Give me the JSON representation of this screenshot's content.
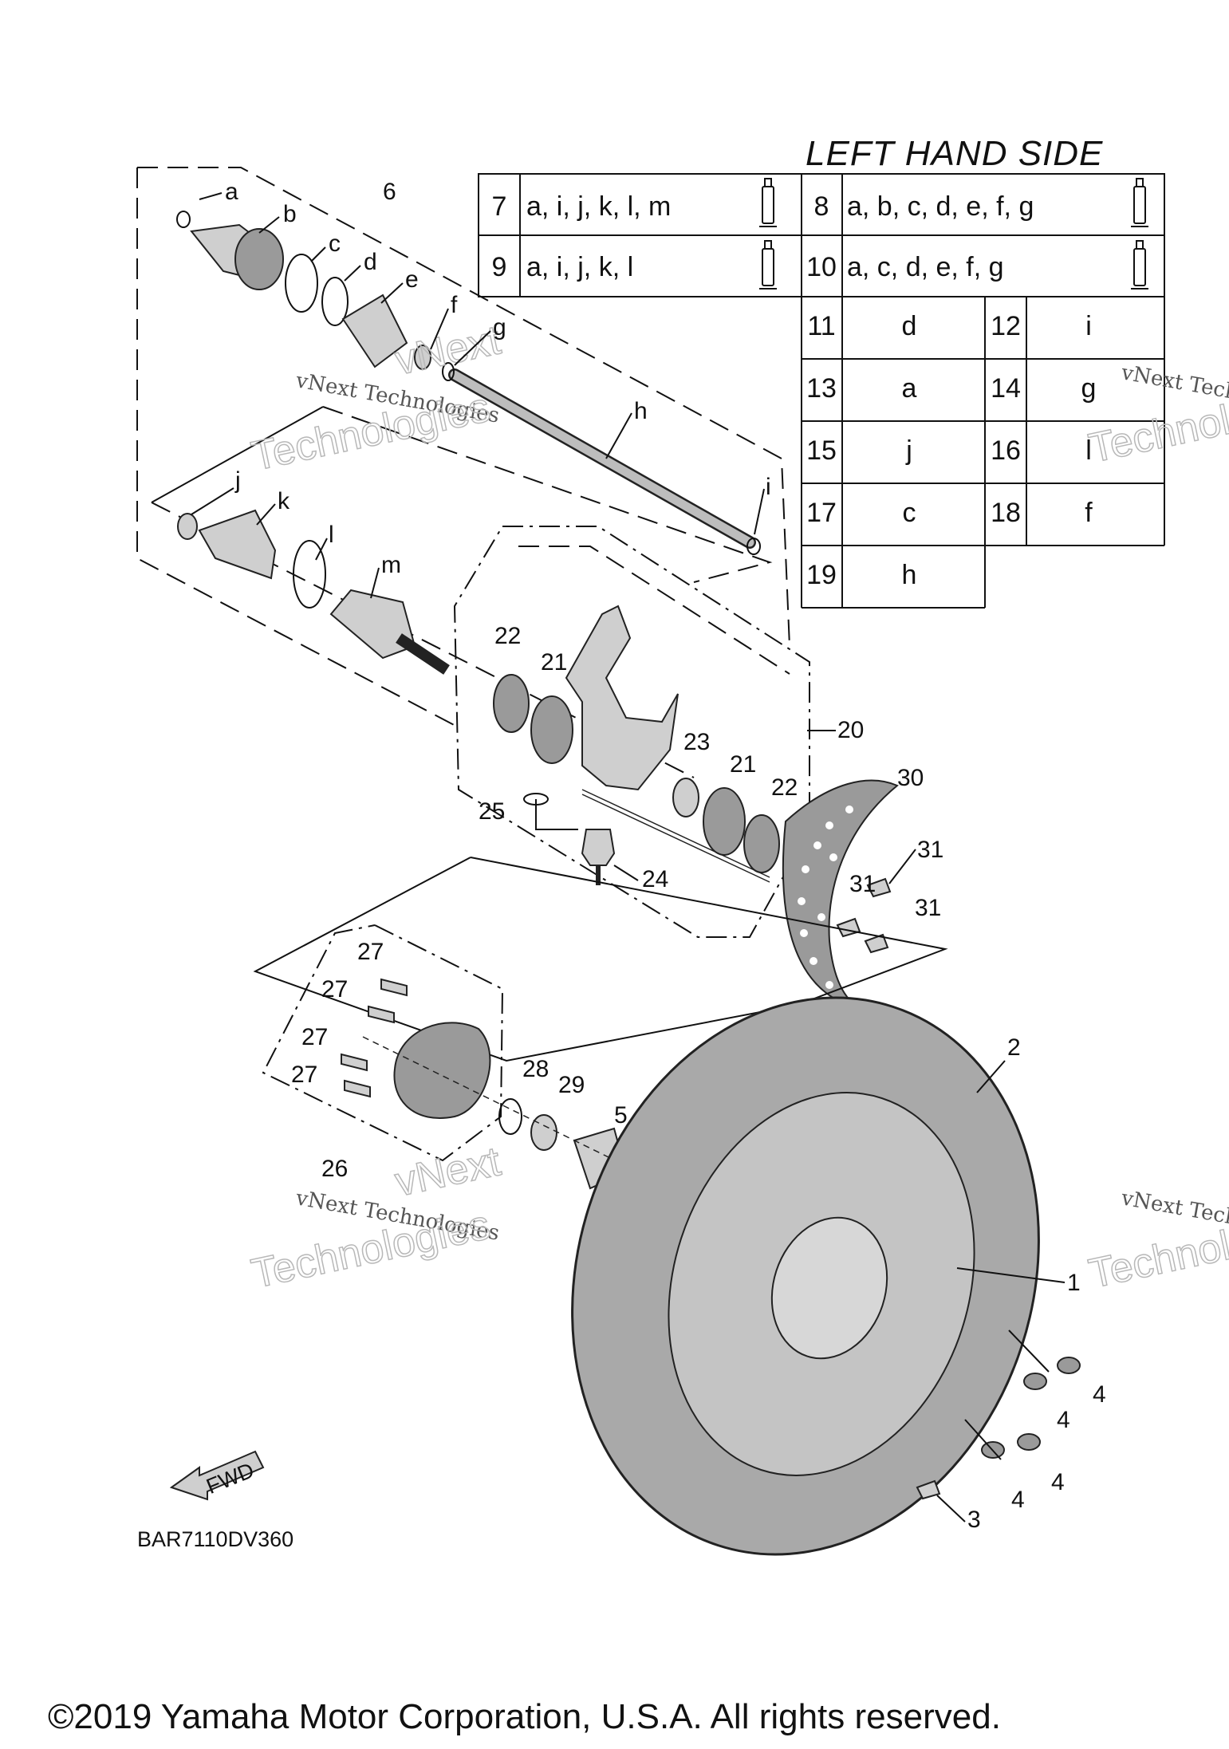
{
  "title": "LEFT HAND SIDE",
  "diagram_code": "BAR7110DV360",
  "copyright": "©2019 Yamaha Motor Corporation, U.S.A. All rights reserved.",
  "watermark": {
    "line1": "vNext Technologies",
    "line2": "vNext",
    "line3": "Technologies"
  },
  "fwd_label": "FWD",
  "kit_table": [
    {
      "num": "7",
      "parts": "a, i, j, k, l, m"
    },
    {
      "num": "8",
      "parts": "a, b, c, d, e, f, g"
    },
    {
      "num": "9",
      "parts": "a, i, j, k, l"
    },
    {
      "num": "10",
      "parts": "a, c, d, e, f, g"
    }
  ],
  "single_table": [
    {
      "num": "11",
      "part": "d"
    },
    {
      "num": "12",
      "part": "i"
    },
    {
      "num": "13",
      "part": "a"
    },
    {
      "num": "14",
      "part": "g"
    },
    {
      "num": "15",
      "part": "j"
    },
    {
      "num": "16",
      "part": "l"
    },
    {
      "num": "17",
      "part": "c"
    },
    {
      "num": "18",
      "part": "f"
    },
    {
      "num": "19",
      "part": "h"
    }
  ],
  "labels": {
    "a": "a",
    "b": "b",
    "c": "c",
    "d": "d",
    "e": "e",
    "f": "f",
    "g": "g",
    "h": "h",
    "i": "i",
    "j": "j",
    "k": "k",
    "l": "l",
    "m": "m",
    "n1": "1",
    "n2": "2",
    "n3": "3",
    "n4": "4",
    "n5": "5",
    "n6": "6",
    "n20": "20",
    "n21": "21",
    "n22": "22",
    "n23": "23",
    "n24": "24",
    "n25": "25",
    "n26": "26",
    "n27": "27",
    "n28": "28",
    "n29": "29",
    "n30": "30",
    "n31": "31"
  }
}
